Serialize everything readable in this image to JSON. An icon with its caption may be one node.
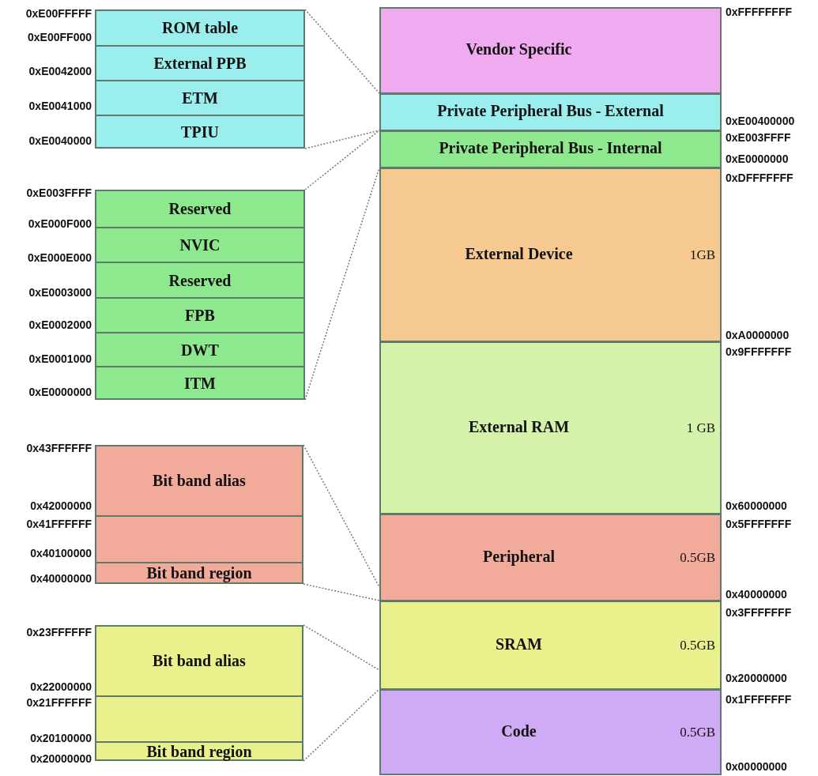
{
  "diagram": {
    "nodes": [
      {
        "text": [],
        "shape": "box"
      },
      {
        "text": [
          "ROM table"
        ],
        "in": 0
      },
      {
        "text": [
          "External PPB"
        ],
        "in": 0
      },
      {
        "text": [
          "ETM"
        ],
        "in": 0
      },
      {
        "text": [
          "TPIU"
        ],
        "in": 0
      },
      {
        "text": [],
        "shape": "box"
      },
      {
        "text": [
          "Reserved"
        ],
        "in": 5
      },
      {
        "text": [
          "NVIC"
        ],
        "in": 5
      },
      {
        "text": [
          "Reserved"
        ],
        "in": 5
      },
      {
        "text": [
          "FPB"
        ],
        "in": 5
      },
      {
        "text": [
          "DWT"
        ],
        "in": 5
      },
      {
        "text": [
          "ITM"
        ],
        "in": 5
      },
      {
        "text": [],
        "shape": "box"
      },
      {
        "text": [
          "Bit band alias"
        ],
        "in": 12
      },
      {
        "text": [],
        "shape": "box",
        "in": 12
      },
      {
        "text": [
          "Bit band region"
        ],
        "in": 12
      },
      {
        "text": [],
        "shape": "box"
      },
      {
        "text": [
          "Bit band alias"
        ],
        "in": 16
      },
      {
        "text": [],
        "shape": "box",
        "in": 16
      },
      {
        "text": [
          "Bit band region"
        ],
        "in": 16
      },
      {
        "text": [
          "Vendor Specific"
        ]
      },
      {
        "text": [
          "Private Peripheral Bus - External"
        ]
      },
      {
        "text": [
          "Private Peripheral Bus - Internal"
        ]
      },
      {
        "text": [
          "External Device",
          "1GB"
        ]
      },
      {
        "text": [
          "External RAM",
          "1 GB"
        ]
      },
      {
        "text": [
          "Peripheral",
          "0.5GB"
        ]
      },
      {
        "text": [
          "SRAM",
          "0.5GB"
        ]
      },
      {
        "text": [
          "Code",
          "0.5GB"
        ]
      }
    ],
    "edges": [
      {
        "from": 0,
        "to": 21,
        "arrow": "none",
        "style": "dashed"
      },
      {
        "from": 0,
        "to": 21,
        "arrow": "none",
        "style": "dashed"
      },
      {
        "from": 5,
        "to": 22,
        "arrow": "none",
        "style": "dashed"
      },
      {
        "from": 5,
        "to": 22,
        "arrow": "none",
        "style": "dashed"
      },
      {
        "from": 12,
        "to": 25,
        "arrow": "none",
        "style": "dashed"
      },
      {
        "from": 12,
        "to": 25,
        "arrow": "none",
        "style": "dashed"
      },
      {
        "from": 16,
        "to": 26,
        "arrow": "none",
        "style": "dashed"
      },
      {
        "from": 16,
        "to": 26,
        "arrow": "none",
        "style": "dashed"
      }
    ],
    "labels": [
      "0xE00FFFFF",
      "0xE00FF000",
      "0xE0042000",
      "0xE0041000",
      "0xE0040000",
      "0xE003FFFF",
      "0xE000F000",
      "0xE000E000",
      "0xE0003000",
      "0xE0002000",
      "0xE0001000",
      "0xE0000000",
      "0x43FFFFFF",
      "0x42000000",
      "0x41FFFFFF",
      "0x40100000",
      "0x40000000",
      "0x23FFFFFF",
      "0x22000000",
      "0x21FFFFFF",
      "0x20100000",
      "0x20000000",
      "0xFFFFFFFF",
      "0xE00400000",
      "0xE003FFFF",
      "0xE0000000",
      "0xDFFFFFFF",
      "0xA0000000",
      "0x9FFFFFFF",
      "0x60000000",
      "0x5FFFFFFF",
      "0x40000000",
      "0x3FFFFFFF",
      "0x20000000",
      "0x1FFFFFFF",
      "0x00000000"
    ]
  }
}
